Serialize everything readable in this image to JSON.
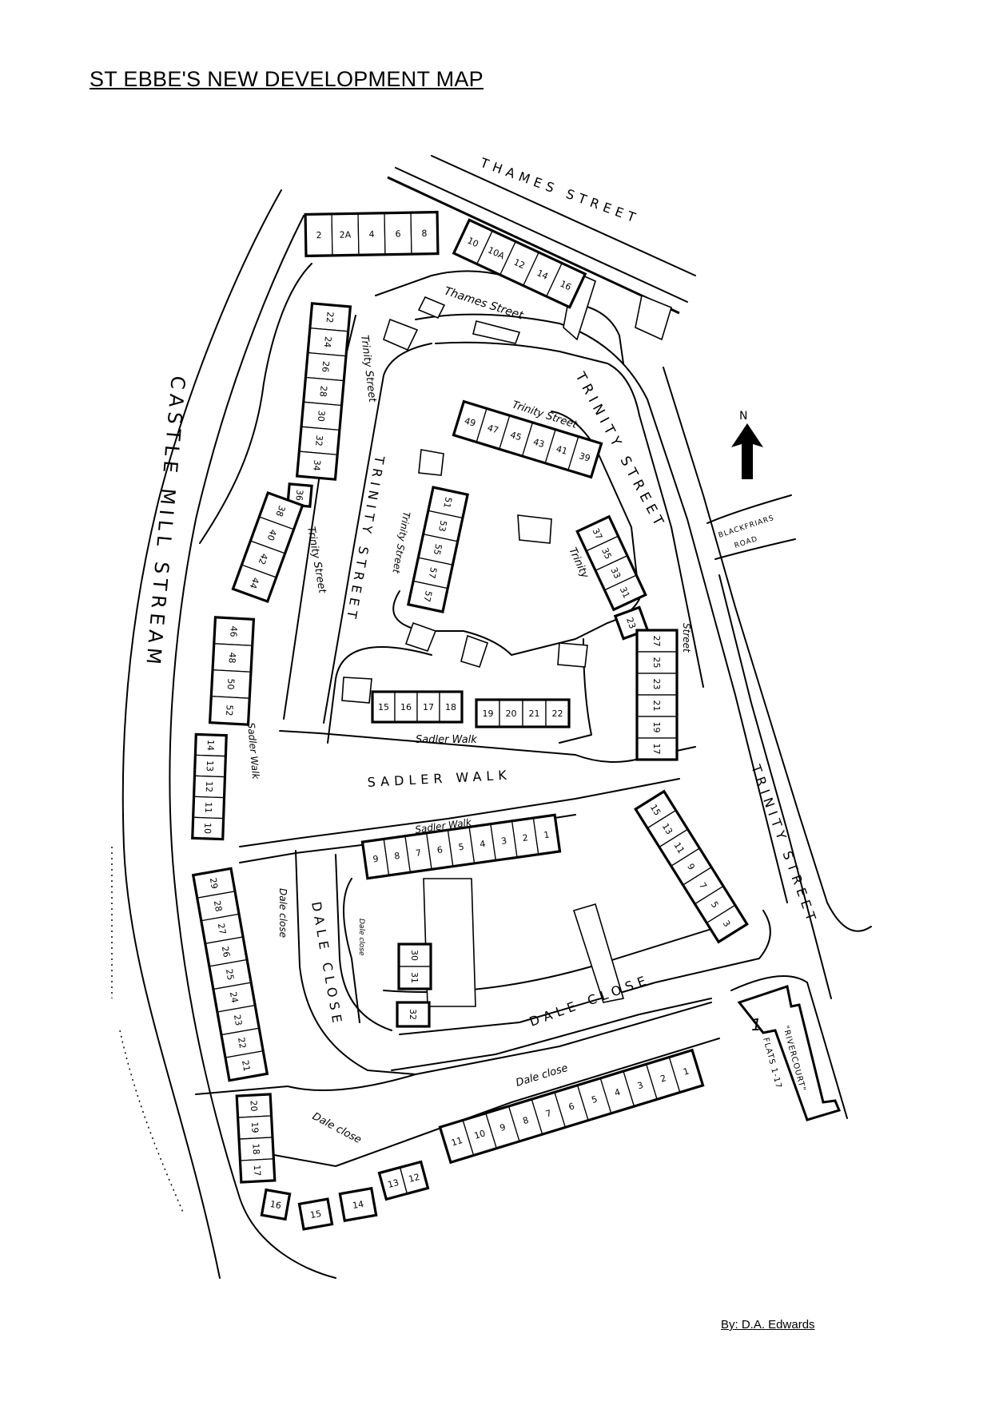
{
  "title": "ST EBBE'S NEW DEVELOPMENT MAP",
  "credit": "By: D.A. Edwards",
  "north_label": "N",
  "street_labels": [
    {
      "text": "THAMES STREET",
      "style": "caps"
    },
    {
      "text": "Thames Street",
      "style": "hand"
    },
    {
      "text": "TRINITY STREET",
      "style": "caps"
    },
    {
      "text": "Trinity Street",
      "style": "hand"
    },
    {
      "text": "TRINITY STREET",
      "style": "caps"
    },
    {
      "text": "Trinity Street",
      "style": "hand"
    },
    {
      "text": "Trinity Street",
      "style": "hand"
    },
    {
      "text": "Trinity",
      "style": "hand"
    },
    {
      "text": "Street",
      "style": "hand"
    },
    {
      "text": "Trinity Street",
      "style": "hand"
    },
    {
      "text": "CASTLE MILL STREAM",
      "style": "caps"
    },
    {
      "text": "SADLER WALK",
      "style": "caps"
    },
    {
      "text": "Sadler Walk",
      "style": "hand"
    },
    {
      "text": "Sadler Walk",
      "style": "hand"
    },
    {
      "text": "Sadler Walk",
      "style": "hand"
    },
    {
      "text": "TRINITY STREET",
      "style": "caps"
    },
    {
      "text": "DALE CLOSE",
      "style": "caps"
    },
    {
      "text": "Dale close",
      "style": "hand"
    },
    {
      "text": "Dale close",
      "style": "hand"
    },
    {
      "text": "DALE CLOSE",
      "style": "caps"
    },
    {
      "text": "Dale close",
      "style": "hand"
    },
    {
      "text": "Dale close",
      "style": "hand"
    },
    {
      "text": "BLACKFRIARS",
      "style": "caps"
    },
    {
      "text": "ROAD",
      "style": "caps"
    },
    {
      "text": "\"RIVERCOURT\"",
      "style": "caps"
    },
    {
      "text": "FLATS 1-17",
      "style": "caps"
    },
    {
      "text": "1",
      "style": "hand"
    }
  ],
  "terraces": [
    {
      "name": "thames-street-2-8",
      "numbers": [
        "2",
        "2A",
        "4",
        "6",
        "8"
      ]
    },
    {
      "name": "thames-street-10-16",
      "numbers": [
        "10",
        "10A",
        "12",
        "14",
        "16"
      ]
    },
    {
      "name": "trinity-street-22-34",
      "numbers": [
        "22",
        "24",
        "26",
        "28",
        "30",
        "32",
        "34"
      ]
    },
    {
      "name": "trinity-street-36",
      "numbers": [
        "36"
      ]
    },
    {
      "name": "trinity-street-38-44",
      "numbers": [
        "38",
        "40",
        "42",
        "44"
      ]
    },
    {
      "name": "trinity-street-46-52",
      "numbers": [
        "46",
        "48",
        "50",
        "52"
      ]
    },
    {
      "name": "sadler-walk-14-10",
      "numbers": [
        "14",
        "13",
        "12",
        "11",
        "10"
      ]
    },
    {
      "name": "dale-close-29-21",
      "numbers": [
        "29",
        "28",
        "27",
        "26",
        "25",
        "24",
        "23",
        "22",
        "21"
      ]
    },
    {
      "name": "dale-close-20-17",
      "numbers": [
        "20",
        "19",
        "18",
        "17"
      ]
    },
    {
      "name": "dale-close-16",
      "numbers": [
        "16"
      ]
    },
    {
      "name": "dale-close-15",
      "numbers": [
        "15"
      ]
    },
    {
      "name": "dale-close-14",
      "numbers": [
        "14"
      ]
    },
    {
      "name": "dale-close-13-12",
      "numbers": [
        "13",
        "12"
      ]
    },
    {
      "name": "dale-close-11-1",
      "numbers": [
        "11",
        "10",
        "9",
        "8",
        "7",
        "6",
        "5",
        "4",
        "3",
        "2",
        "1"
      ]
    },
    {
      "name": "sadler-walk-9-1",
      "numbers": [
        "9",
        "8",
        "7",
        "6",
        "5",
        "4",
        "3",
        "2",
        "1"
      ]
    },
    {
      "name": "sadler-walk-15-18",
      "numbers": [
        "15",
        "16",
        "17",
        "18"
      ]
    },
    {
      "name": "sadler-walk-19-22",
      "numbers": [
        "19",
        "20",
        "21",
        "22"
      ]
    },
    {
      "name": "trinity-street-49-39",
      "numbers": [
        "49",
        "47",
        "45",
        "43",
        "41",
        "39"
      ]
    },
    {
      "name": "trinity-street-51-57",
      "numbers": [
        "51",
        "53",
        "55",
        "57",
        "57"
      ]
    },
    {
      "name": "trinity-street-37-31",
      "numbers": [
        "37",
        "35",
        "33",
        "31"
      ]
    },
    {
      "name": "trinity-street-23",
      "numbers": [
        "23"
      ]
    },
    {
      "name": "trinity-street-27-17",
      "numbers": [
        "27",
        "25",
        "23",
        "21",
        "19",
        "17"
      ]
    },
    {
      "name": "trinity-street-15-3",
      "numbers": [
        "15",
        "13",
        "11",
        "9",
        "7",
        "5",
        "3"
      ]
    },
    {
      "name": "dale-close-30-31",
      "numbers": [
        "30",
        "31"
      ]
    },
    {
      "name": "dale-close-32",
      "numbers": [
        "32"
      ]
    }
  ]
}
